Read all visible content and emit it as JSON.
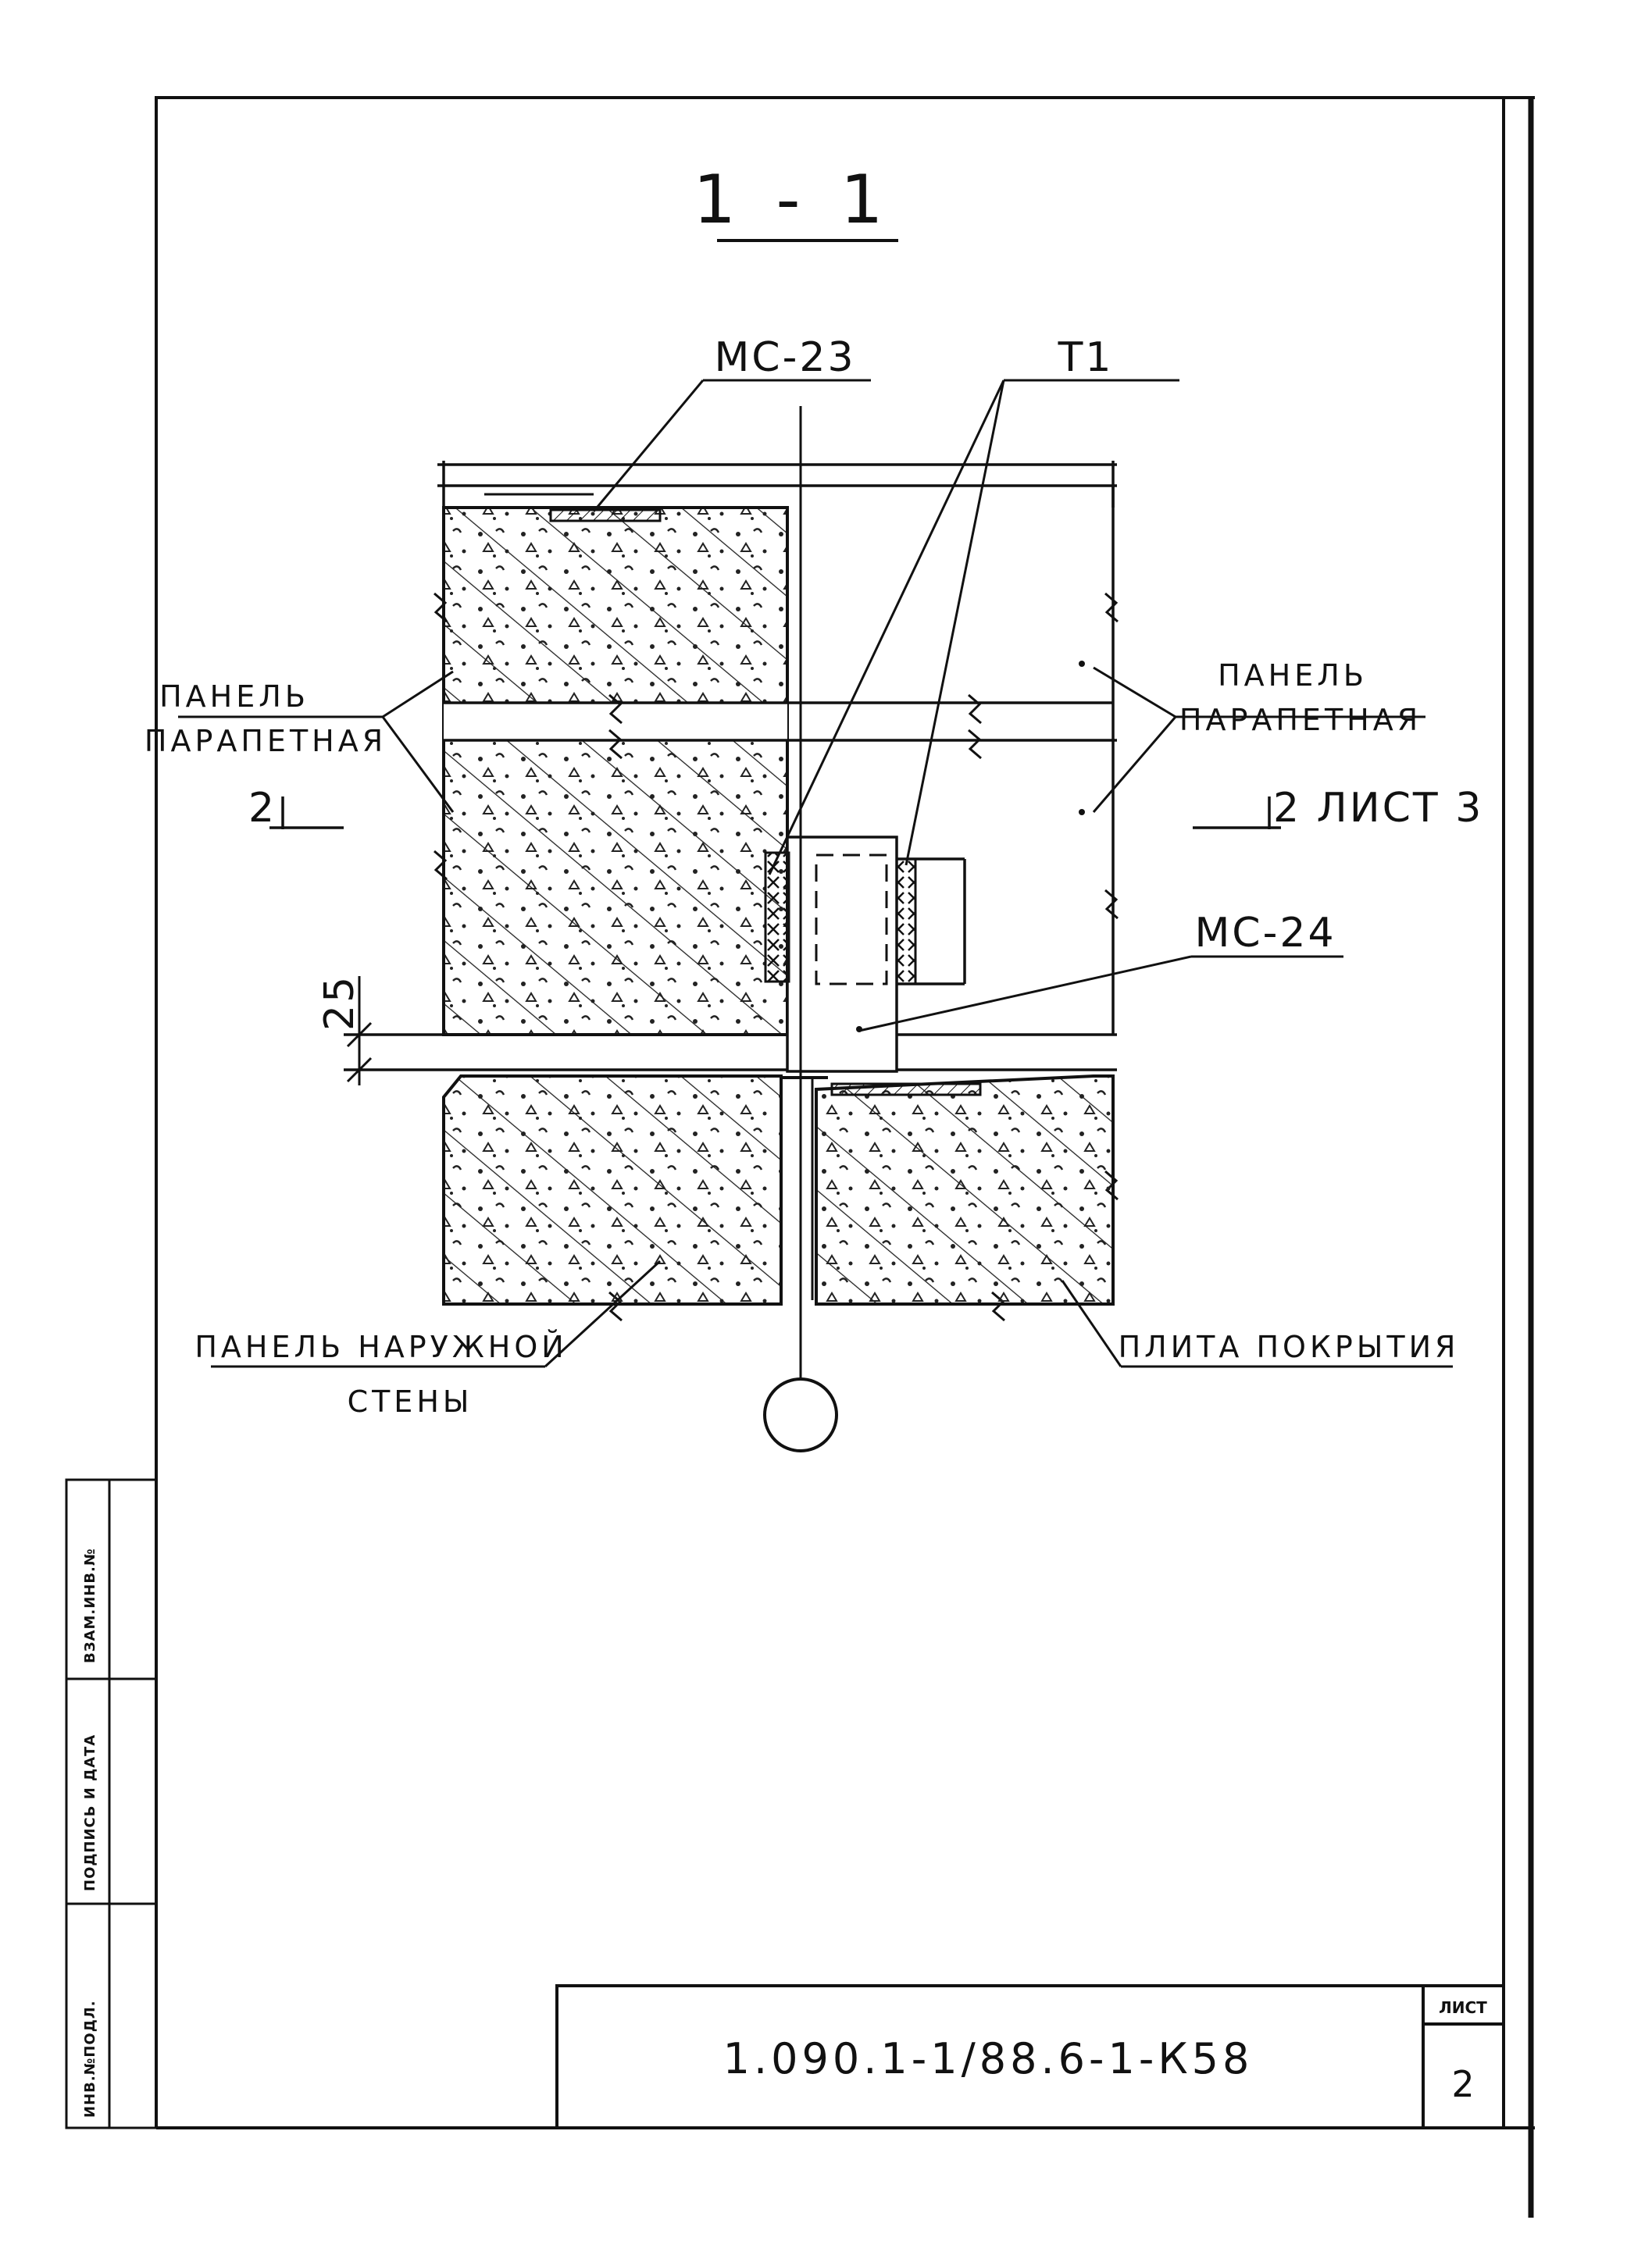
{
  "section_title": "1 - 1",
  "labels": {
    "mc23": "МС-23",
    "t1": "Т1",
    "mc24": "МС-24",
    "panel_left_line1": "ПАНЕЛЬ",
    "panel_left_line2": "ПАРАПЕТНАЯ",
    "panel_right_line1": "ПАНЕЛЬ",
    "panel_right_line2": "ПАРАПЕТНАЯ",
    "cut_left": "2",
    "cut_right": "2 ЛИСТ 3",
    "dim_25": "25",
    "outer_wall_line1": "ПАНЕЛЬ НАРУЖНОЙ",
    "outer_wall_line2": "СТЕНЫ",
    "roof_slab": "ПЛИТА ПОКРЫТИЯ"
  },
  "side_stamp": {
    "cell1": "ВЗАМ.ИНВ.№",
    "cell2": "ПОДПИСЬ И ДАТА",
    "cell3": "ИНВ.№ПОДЛ."
  },
  "title_block": {
    "document_code": "1.090.1-1/88.6-1-К58",
    "sheet_label": "ЛИСТ",
    "sheet_number": "2"
  }
}
